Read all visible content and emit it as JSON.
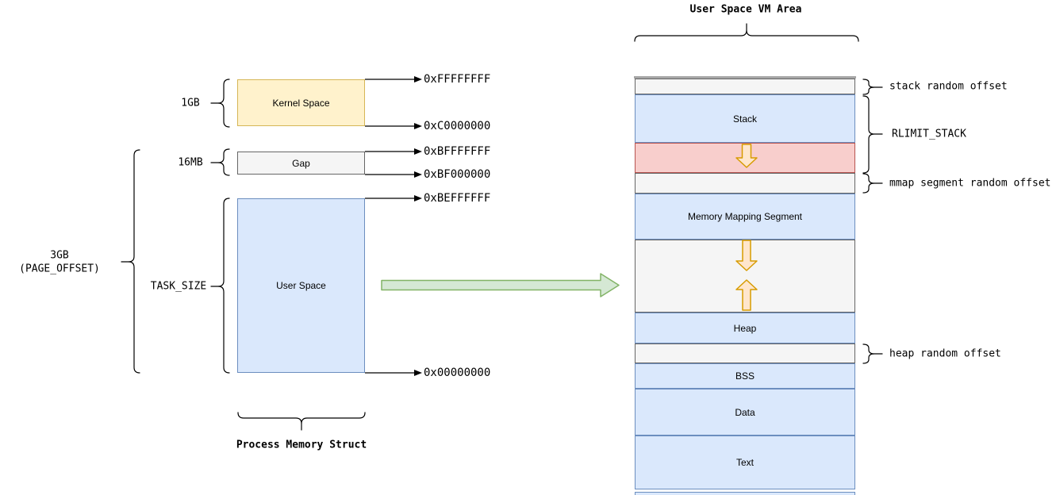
{
  "left": {
    "brace_labels": {
      "kernel_size": "1GB",
      "gap_size": "16MB",
      "total_line1": "3GB",
      "total_line2": "(PAGE_OFFSET)",
      "user_size": "TASK_SIZE"
    },
    "boxes": {
      "kernel": "Kernel Space",
      "gap": "Gap",
      "user": "User Space"
    },
    "addresses": [
      "0xFFFFFFFF",
      "0xC0000000",
      "0xBFFFFFFF",
      "0xBF000000",
      "0xBEFFFFFF",
      "0x00000000"
    ],
    "caption": "Process Memory Struct"
  },
  "right": {
    "title": "User Space VM Area",
    "segments": {
      "stack": "Stack",
      "mmap": "Memory Mapping Segment",
      "heap": "Heap",
      "bss": "BSS",
      "data": "Data",
      "text": "Text"
    },
    "annotations": {
      "stack_offset": "stack random offset",
      "rlimit": "RLIMIT_STACK",
      "mmap_offset": "mmap segment random offset",
      "heap_offset": "heap random offset"
    }
  },
  "colors": {
    "kernel_fill": "#FFF2CC",
    "kernel_border": "#D6B656",
    "user_fill": "#DAE8FC",
    "user_border": "#6C8EBF",
    "neutral_fill": "#F5F5F5",
    "neutral_border": "#666666",
    "grow_fill": "#F8CECC",
    "grow_border": "#B85450",
    "flow_arrow_fill": "#D5E8D4",
    "flow_arrow_border": "#82B366",
    "grow_arrow_fill": "#FFE6CC",
    "grow_arrow_border": "#D79B00"
  }
}
